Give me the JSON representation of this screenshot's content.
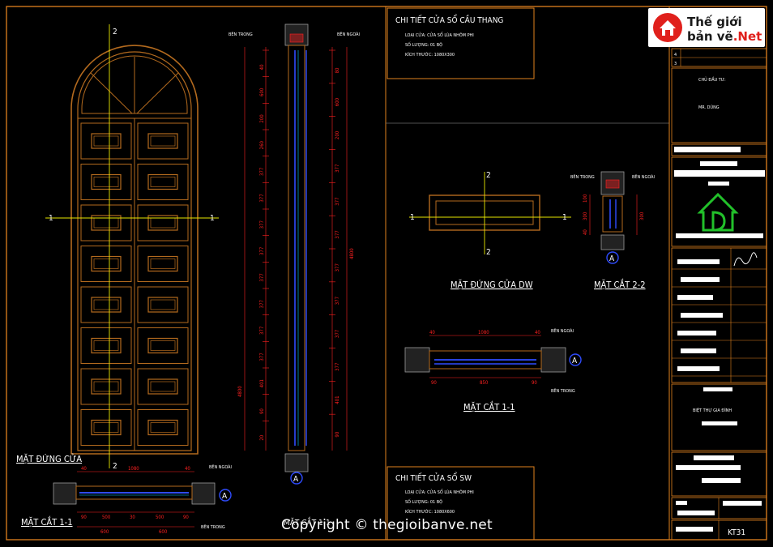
{
  "colors": {
    "border": "#e0821e",
    "door": "#b36a1e",
    "axis": "#e8e800",
    "dimension": "#ff2020",
    "glass": "#2f4cff",
    "cyan": "#00d0ff",
    "green": "#22c02a"
  },
  "door_elevation": {
    "title": "MẶT ĐỨNG CỬA",
    "axis_label": "1",
    "axis_label_top": "2"
  },
  "section_1_1_left": {
    "title": "MẶT CẮT 1-1",
    "dims_top": [
      "40",
      "1080",
      "40"
    ],
    "dims_bottom": [
      "90",
      "500",
      "30",
      "500",
      "90"
    ],
    "dims_total": [
      "600",
      "600"
    ],
    "label_out": "BÊN NGOÀI",
    "label_in": "BÊN TRONG",
    "marker": "A"
  },
  "section_2_2_door": {
    "label_in": "BÊN TRONG",
    "label_out": "BÊN NGOÀI",
    "dims_left": [
      "40",
      "600",
      "200",
      "260",
      "377",
      "377",
      "377",
      "377",
      "377",
      "377",
      "377",
      "377",
      "401",
      "90",
      "20"
    ],
    "dims_right": [
      "80",
      "600",
      "200",
      "377",
      "377",
      "377",
      "377",
      "377",
      "377",
      "377",
      "401",
      "90"
    ],
    "overall": "4800",
    "overall_left": "4800",
    "marker": "A"
  },
  "window_spec_top": {
    "title": "CHI TIẾT CỬA SỔ CẦU THANG",
    "line1": "LOẠI CỬA: CỬA SỔ LÙA NHÔM PHI",
    "line2": "SỐ LƯỢNG: 01 BỘ",
    "line3": "KÍCH THƯỚC: 1080X300"
  },
  "window_elevation": {
    "title": "MẶT ĐỨNG CỬA DW",
    "axis_label": "1",
    "axis_label_top": "2"
  },
  "window_section_2_2": {
    "title": "MẶT CẮT 2-2",
    "label_in": "BÊN TRONG",
    "label_out": "BÊN NGOÀI",
    "dims": [
      "100",
      "300",
      "40"
    ],
    "marker": "A"
  },
  "window_section_1_1": {
    "title": "MẶT CẮT 1-1",
    "dims_top": [
      "40",
      "1080",
      "40"
    ],
    "dims_bottom": [
      "90",
      "850",
      "90"
    ],
    "label_out": "BÊN NGOÀI",
    "label_in": "BÊN TRONG",
    "marker": "A"
  },
  "window_spec_bottom": {
    "title": "CHI TIẾT CỬA SỔ SW",
    "line1": "LOẠI CỬA: CỬA SỔ LÙA NHÔM PHI",
    "line2": "SỐ LƯỢNG: 01 BỘ",
    "line3": "KÍCH THƯỚC: 1080X600"
  },
  "title_block": {
    "rev_4": "4",
    "rev_3": "3",
    "owner_label": "CHỦ ĐẦU TƯ:",
    "owner_name": "MR. DŨNG",
    "project": "BIỆT THỰ GIA ĐÌNH",
    "sheet": "KT31"
  },
  "logo": {
    "line1": "Thế giới",
    "line2_a": "bản vẽ",
    "line2_b": ".Net"
  },
  "watermark": "Copyright © thegioibanve.net",
  "faded_section_title": "MẶT CẮT 1-1"
}
